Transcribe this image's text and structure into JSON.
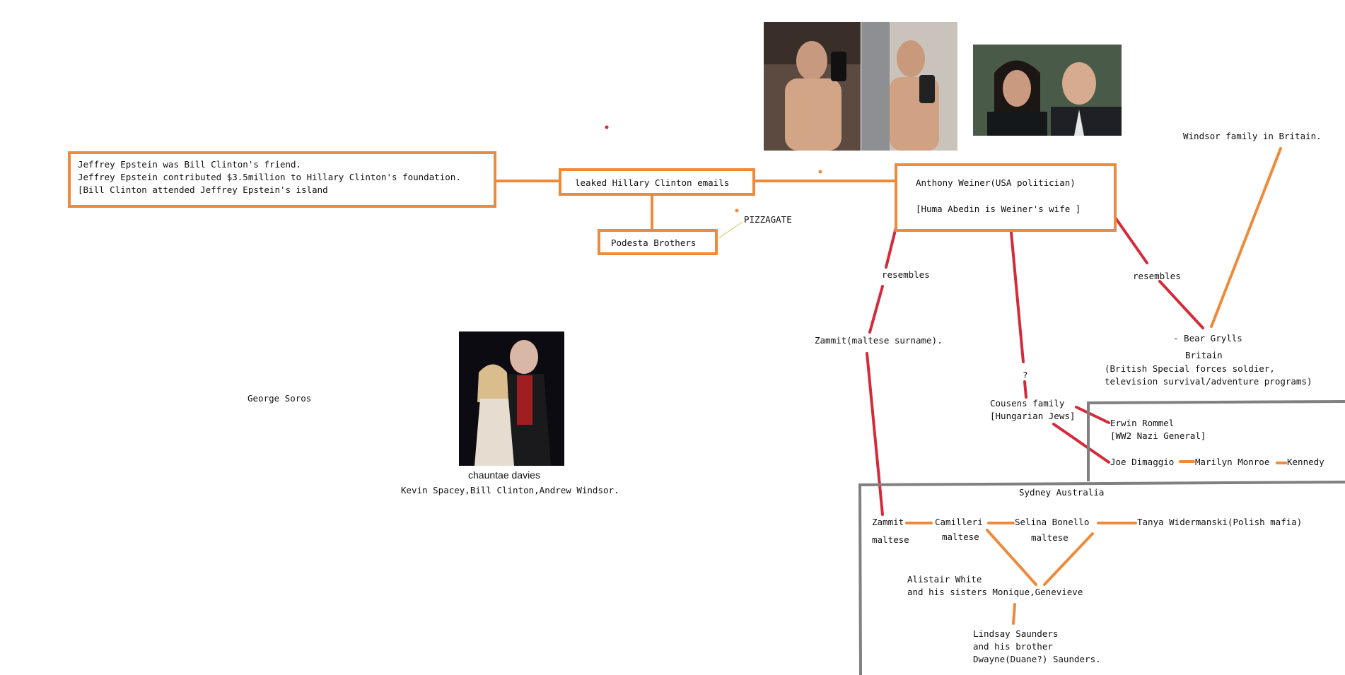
{
  "boxes": {
    "epstein": {
      "line1": "Jeffrey Epstein was Bill Clinton's friend.",
      "line2": "Jeffrey Epstein contributed $3.5million to Hillary Clinton's foundation.",
      "line3": "[Bill Clinton attended Jeffrey Epstein's island"
    },
    "emails": "leaked Hillary Clinton emails",
    "podesta": "Podesta Brothers",
    "weiner": {
      "line1": "Anthony Weiner(USA politician)",
      "line2": "[Huma Abedin is Weiner's wife ]"
    }
  },
  "labels": {
    "pizzagate": "PIZZAGATE",
    "windsor": "Windsor family in Britain.",
    "resembles_left": "resembles",
    "resembles_right": "resembles",
    "zammit_surname": "Zammit(maltese surname).",
    "question": "?",
    "bear_grylls": "- Bear Grylls",
    "britain": "Britain",
    "bear_desc1": "(British Special forces soldier,",
    "bear_desc2": "television survival/adventure programs)",
    "george_soros": "George Soros",
    "cousens1": "Cousens family",
    "cousens2": "[Hungarian Jews]",
    "rommel1": "Erwin Rommel",
    "rommel2": "[WW2 Nazi General]",
    "dimaggio": "Joe Dimaggio",
    "monroe": "Marilyn Monroe",
    "kennedy": "Kennedy",
    "sydney": "Sydney Australia",
    "zammit": "Zammit",
    "zammit_maltese": "maltese",
    "camilleri": "Camilleri",
    "camilleri_maltese": "maltese",
    "bonello": "Selina Bonello",
    "bonello_maltese": "maltese",
    "tanya": "Tanya Widermanski(Polish mafia)",
    "alistair1": "Alistair White",
    "alistair2": "and his sisters Monique,Genevieve",
    "lindsay1": "Lindsay Saunders",
    "lindsay2": "and his brother",
    "lindsay3": "Dwayne(Duane?) Saunders.",
    "chauntae": "chauntae davies",
    "photo_caption": "Kevin Spacey,Bill Clinton,Andrew Windsor."
  },
  "colors": {
    "orange": "#ee8a3a",
    "red": "#d42a3a",
    "gray": "#808080"
  },
  "photos": {
    "selfie_left": "shirtless-selfie-photo",
    "selfie_right": "shirtless-selfie-photo",
    "couple": "couple-photo",
    "clinton_photo": "party-photo"
  }
}
